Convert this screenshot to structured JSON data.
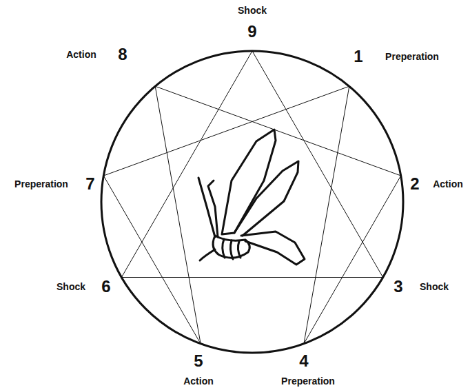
{
  "diagram": {
    "labels": [
      "Shock",
      "9",
      "Action",
      "8",
      "1",
      "Preperation",
      "Preperation",
      "7",
      "2",
      "Action",
      "Shock",
      "6",
      "3",
      "Shock",
      "5",
      "4",
      "Action",
      "Preperation"
    ]
  }
}
